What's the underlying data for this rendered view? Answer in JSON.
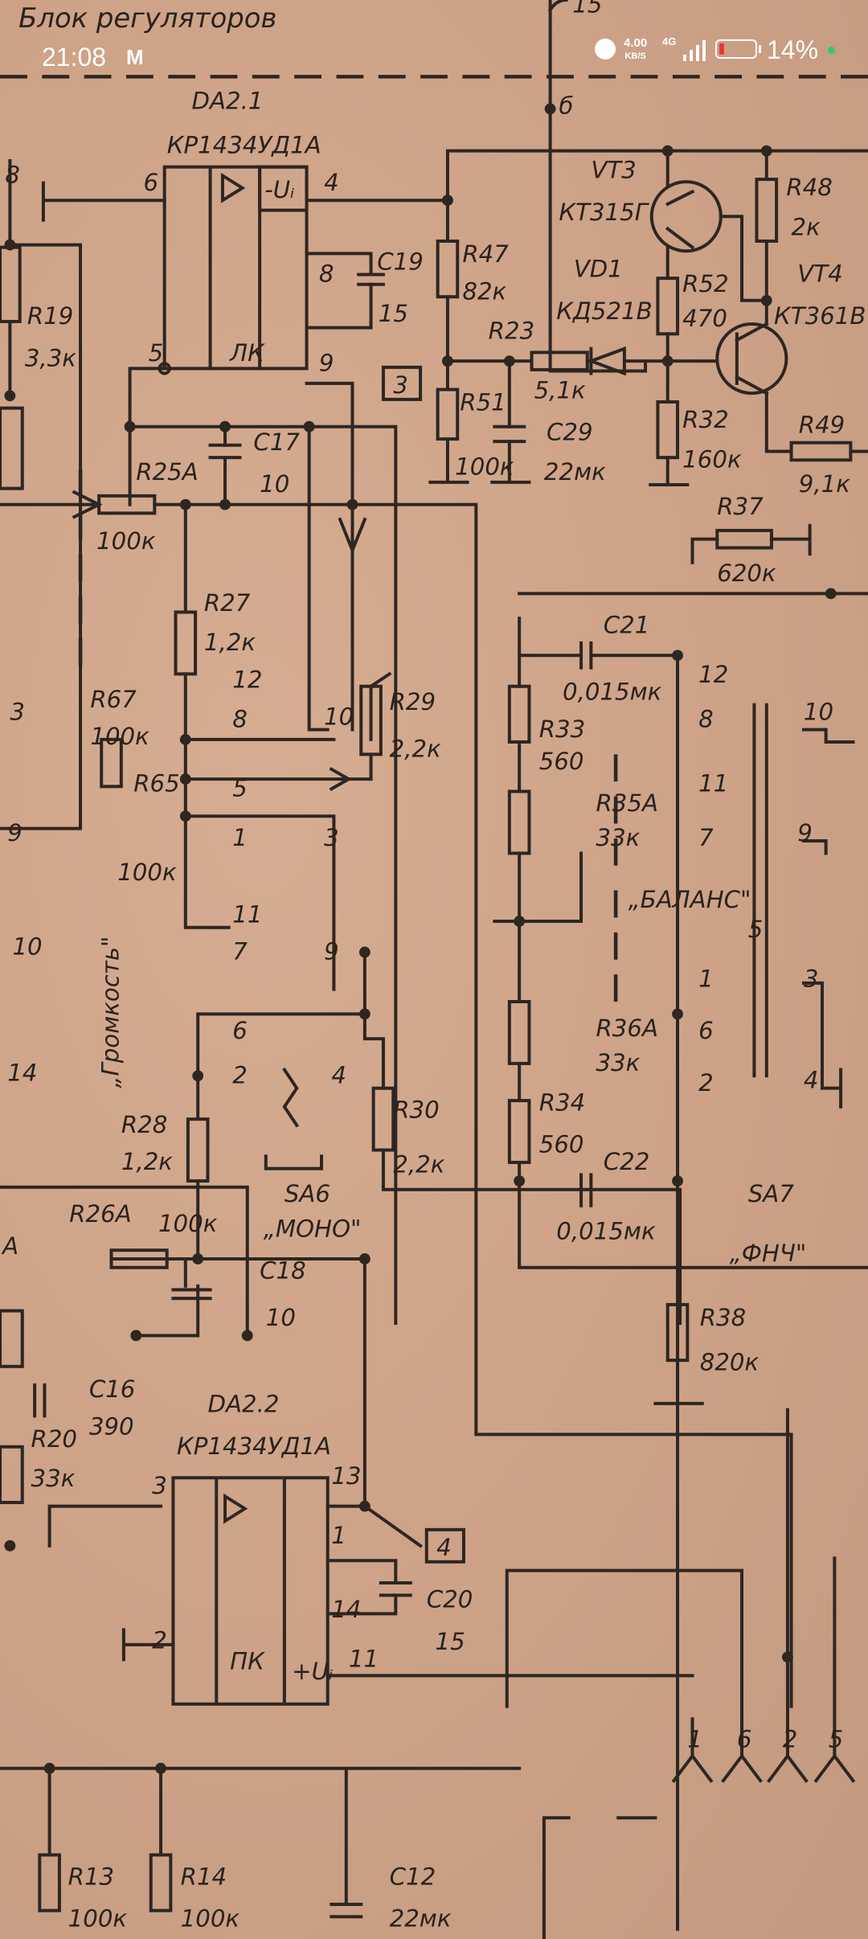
{
  "status_bar": {
    "time": "21:08",
    "notification_icon": "M",
    "alarm_icon": "alarm-clock-icon",
    "net_speed_value": "4.00",
    "net_speed_unit": "KB/S",
    "network_type": "4G",
    "battery_percent_text": "14%",
    "battery_level": 14,
    "battery_color": "#e53935",
    "dot_color": "#2ecc71"
  },
  "schematic": {
    "title": "Блок регуляторов",
    "labels": [
      "15",
      "б",
      "DA2.1",
      "КР1434УД1А",
      "6",
      "4",
      "8",
      "9",
      "5",
      "ЛК",
      "-Uᵢ",
      "C19",
      "15",
      "R47",
      "82к",
      "VT3",
      "КТ315Г",
      "VD1",
      "КД521В",
      "R48",
      "2к",
      "VT4",
      "КТ361В",
      "R52",
      "470",
      "R23",
      "5,1к",
      "R51",
      "100к",
      "C29",
      "22мк",
      "R32",
      "160к",
      "R49",
      "9,1к",
      "R37",
      "620к",
      "R19",
      "3,3к",
      "R25A",
      "100к",
      "C17",
      "10",
      "R27",
      "1,2к",
      "12",
      "8",
      "10",
      "R29",
      "2,2к",
      "C21",
      "0,015мк",
      "R33",
      "560",
      "R67",
      "100к",
      "R65",
      "100к",
      "5",
      "1",
      "3",
      "11",
      "7",
      "9",
      "R35A",
      "33к",
      "„БАЛАНС\"",
      "12",
      "8",
      "10",
      "11",
      "7",
      "9",
      "5",
      "1",
      "3",
      "6",
      "2",
      "4",
      "R36A",
      "33к",
      "R34",
      "560",
      "C22",
      "0,015мк",
      "SA7",
      "„ФНЧ\"",
      "R38",
      "820к",
      "R30",
      "2,2к",
      "SA6",
      "„МОНО\"",
      "6",
      "2",
      "4",
      "R28",
      "1,2к",
      "R26A",
      "100к",
      "C18",
      "10",
      "C16",
      "390",
      "R20",
      "33к",
      "DA2.2",
      "КР1434УД1А",
      "3",
      "13",
      "1",
      "14",
      "2",
      "11",
      "ПК",
      "+Uᵢ",
      "4",
      "C20",
      "15",
      "1",
      "6",
      "2",
      "5",
      "R13",
      "100к",
      "R14",
      "100к",
      "C12",
      "22мк",
      "8",
      "3",
      "9",
      "10",
      "14",
      "A",
      "„Громкость\""
    ],
    "boxed_labels": [
      "3",
      "4"
    ]
  }
}
